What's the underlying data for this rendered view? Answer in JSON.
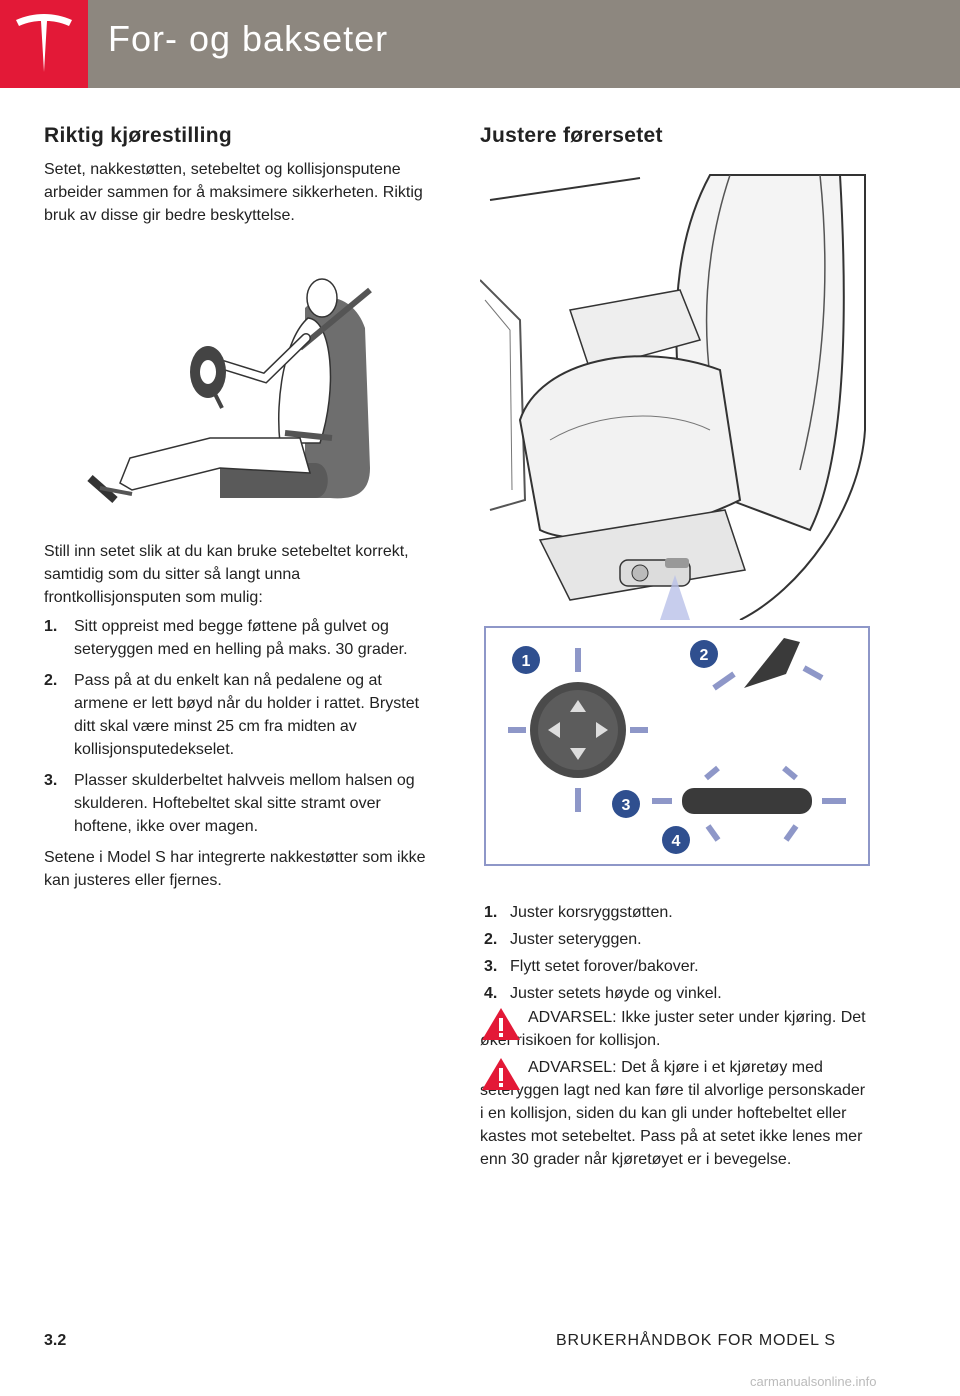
{
  "header": {
    "title": "For- og bakseter",
    "logo_icon": "tesla-logo-icon",
    "bar_color": "#8d877f",
    "logo_color": "#e31937"
  },
  "left": {
    "heading": "Riktig kjørestilling",
    "intro": "Setet, nakkestøtten, setebeltet og kollisjonsputene arbeider sammen for å maksimere sikkerheten. Riktig bruk av disse gir bedre beskyttelse.",
    "para2": "Still inn setet slik at du kan bruke setebeltet korrekt, samtidig som du sitter så langt unna frontkollisjonsputen som mulig:",
    "steps": [
      {
        "num": "1.",
        "text": "Sitt oppreist med begge føttene på gulvet og seteryggen med en helling på maks. 30 grader."
      },
      {
        "num": "2.",
        "text": "Pass på at du enkelt kan nå pedalene og at armene er lett bøyd når du holder i rattet. Brystet ditt skal være minst 25 cm fra midten av kollisjonsputedekselet."
      },
      {
        "num": "3.",
        "text": "Plasser skulderbeltet halvveis mellom halsen og skulderen. Hoftebeltet skal sitte stramt over hoftene, ikke over magen."
      }
    ],
    "para3": "Setene i Model S har integrerte nakkestøtter som ikke kan justeres eller fjernes."
  },
  "right": {
    "heading": "Justere førersetet",
    "callouts": [
      "1",
      "2",
      "3",
      "4"
    ],
    "steps": [
      {
        "num": "1.",
        "text": "Juster korsryggstøtten."
      },
      {
        "num": "2.",
        "text": "Juster seteryggen."
      },
      {
        "num": "3.",
        "text": "Flytt setet forover/bakover."
      },
      {
        "num": "4.",
        "text": "Juster setets høyde og vinkel."
      }
    ],
    "warnings": [
      {
        "icon": "warning-triangle-icon",
        "text": "ADVARSEL: Ikke juster seter under kjøring. Det øker risikoen for kollisjon."
      },
      {
        "icon": "warning-triangle-icon",
        "text": "ADVARSEL: Det å kjøre i et kjøretøy med seteryggen lagt ned kan føre til alvorlige personskader i en kollisjon, siden du kan gli under hoftebeltet eller kastes mot setebeltet. Pass på at setet ikke lenes mer enn 30 grader når kjøretøyet er i bevegelse."
      }
    ],
    "warning_color": "#e31937",
    "callout_color": "#2f4f8f"
  },
  "footer": {
    "page_number": "3.2",
    "manual_title": "BRUKERHÅNDBOK FOR MODEL S",
    "watermark": "carmanualsonline.info"
  }
}
